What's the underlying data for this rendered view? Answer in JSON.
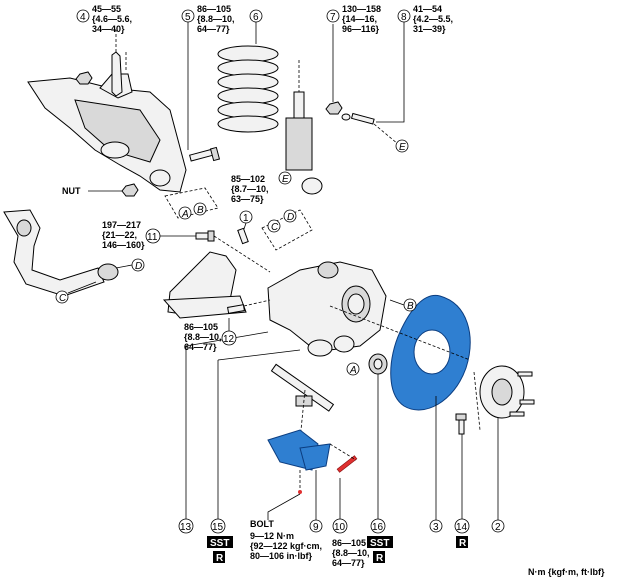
{
  "callouts": [
    {
      "id": "c4",
      "num": "4",
      "torque": [
        "45—55",
        "{4.6—5.6,",
        "34—40}"
      ]
    },
    {
      "id": "c5",
      "num": "5",
      "torque": [
        "86—105",
        "{8.8—10,",
        "64—77}"
      ]
    },
    {
      "id": "c6",
      "num": "6",
      "torque": []
    },
    {
      "id": "c7",
      "num": "7",
      "torque": [
        "130—158",
        "{14—16,",
        "96—116}"
      ]
    },
    {
      "id": "c8",
      "num": "8",
      "torque": [
        "41—54",
        "{4.2—5.5,",
        "31—39}"
      ]
    },
    {
      "id": "c1",
      "num": "1",
      "torque": [
        "85—102",
        "{8.7—10,",
        "63—75}"
      ]
    },
    {
      "id": "c11",
      "num": "11",
      "torque": [
        "197—217",
        "{21—22,",
        "146—160}"
      ]
    },
    {
      "id": "c12",
      "num": "12",
      "torque": [
        "86—105",
        "{8.8—10,",
        "64—77}"
      ]
    },
    {
      "id": "c13",
      "num": "13",
      "torque": []
    },
    {
      "id": "c15",
      "num": "15",
      "torque": []
    },
    {
      "id": "c9",
      "num": "9",
      "torque": []
    },
    {
      "id": "c10",
      "num": "10",
      "torque": [
        "86—105",
        "{8.8—10,",
        "64—77}"
      ]
    },
    {
      "id": "c16",
      "num": "16",
      "torque": []
    },
    {
      "id": "c3",
      "num": "3",
      "torque": []
    },
    {
      "id": "c14",
      "num": "14",
      "torque": []
    },
    {
      "id": "c2",
      "num": "2",
      "torque": []
    }
  ],
  "refs": [
    "A",
    "B",
    "C",
    "D",
    "E"
  ],
  "labels": {
    "nut": "NUT",
    "bolt": "BOLT",
    "bolt_torque": [
      "9—12 N·m",
      "{92—122 kgf·cm,",
      "80—106 in·lbf}"
    ],
    "sst": "SST",
    "r": "R",
    "units": "N·m {kgf·m, ft·lbf}"
  },
  "colors": {
    "part_blue": "#2f7fd1",
    "badge": "#000000"
  }
}
